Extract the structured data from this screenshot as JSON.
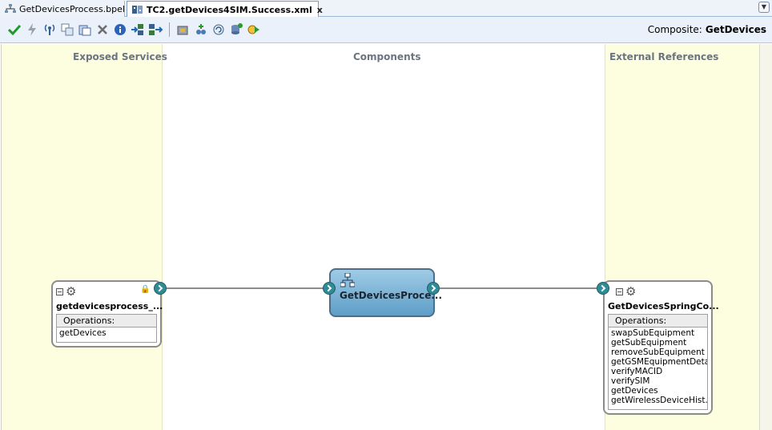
{
  "tabs": [
    {
      "label": "GetDevicesProcess.bpel",
      "close": "x",
      "active": false,
      "icon": "bpel-process-icon"
    },
    {
      "label": "TC2.getDevices4SIM.Success.xml",
      "close": "x",
      "active": true,
      "icon": "test-case-icon"
    }
  ],
  "toolbar": {
    "icons": [
      "validate-icon",
      "lightning-icon",
      "antenna-icon",
      "copy-icon",
      "paste-icon",
      "delete-icon",
      "info-icon",
      "import-icon",
      "export-icon",
      "deploy-icon",
      "add-icon",
      "refresh-icon",
      "database-icon",
      "run-icon"
    ],
    "composite_label": "Composite:",
    "composite_name": "GetDevices"
  },
  "lanes": {
    "exposed": "Exposed Services",
    "components": "Components",
    "external": "External References"
  },
  "exposed_service": {
    "title": "getdevicesprocess_...",
    "ops_header": "Operations:",
    "operations": [
      "getDevices"
    ]
  },
  "component": {
    "title": "GetDevicesProce..."
  },
  "external_reference": {
    "title": "GetDevicesSpringCo...",
    "ops_header": "Operations:",
    "operations": [
      "swapSubEquipment",
      "getSubEquipment",
      "removeSubEquipment",
      "getGSMEquipmentDeta...",
      "verifyMACID",
      "verifySIM",
      "getDevices",
      "getWirelessDeviceHist..."
    ]
  },
  "colors": {
    "swimlane": "#fdfde0",
    "component": "#6aa6cf",
    "connector": "#2f8c95"
  }
}
